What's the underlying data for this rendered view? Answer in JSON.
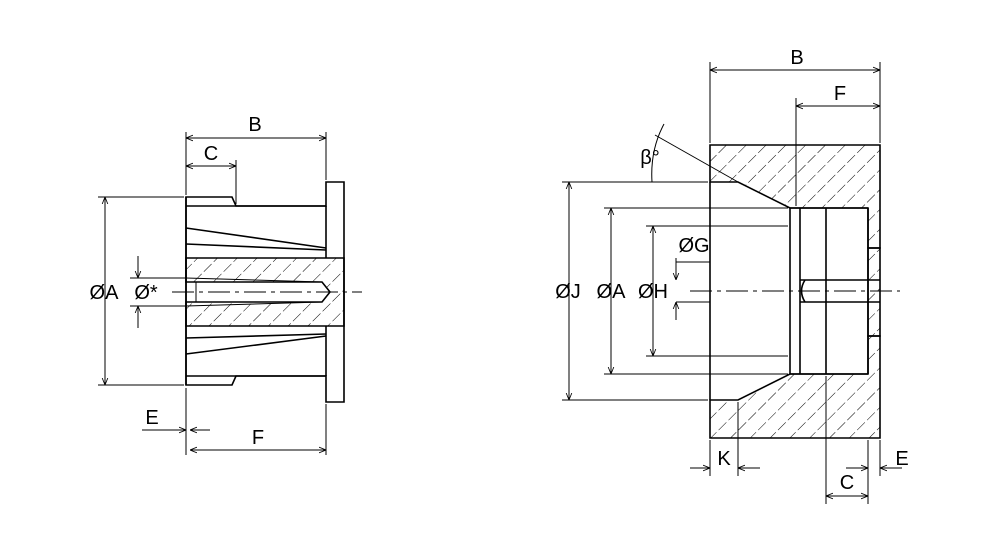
{
  "left_view": {
    "labels": {
      "B": "B",
      "C": "C",
      "diam_A": "ØA",
      "diam_star": "Ø*",
      "E": "E",
      "F": "F"
    }
  },
  "right_view": {
    "labels": {
      "B": "B",
      "F": "F",
      "beta": "β°",
      "diam_G": "ØG",
      "diam_J": "ØJ",
      "diam_A": "ØA",
      "diam_H": "ØH",
      "K": "K",
      "C": "C",
      "E": "E"
    }
  }
}
